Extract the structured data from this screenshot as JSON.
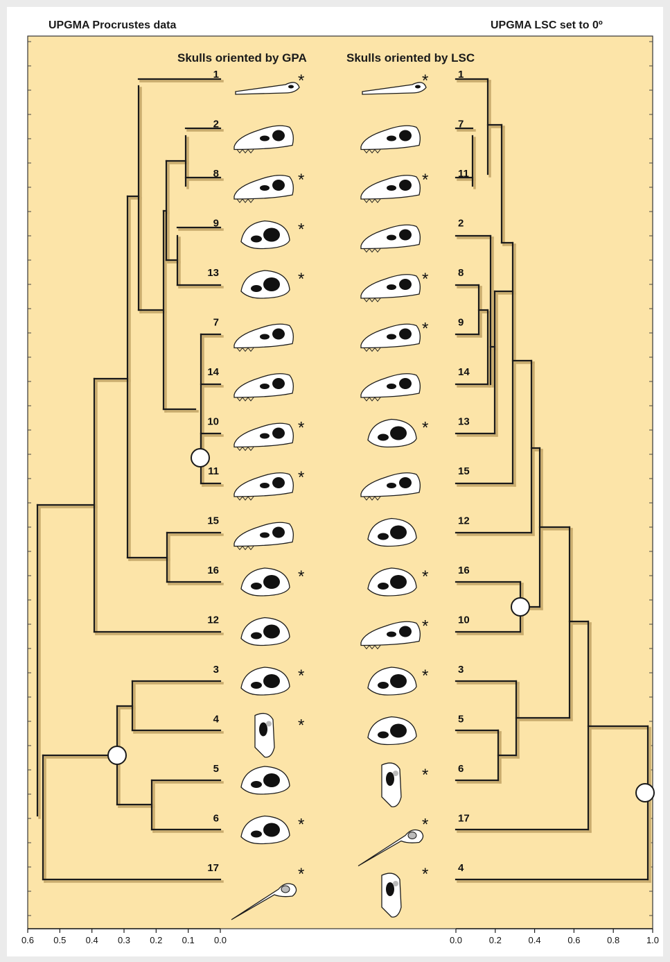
{
  "titles": {
    "left": "UPGMA Procrustes data",
    "right": "UPGMA LSC set to 0º",
    "sub_left": "Skulls oriented by GPA",
    "sub_right": "Skulls oriented by LSC"
  },
  "left_tree": {
    "order": [
      "1",
      "2",
      "8",
      "9",
      "13",
      "7",
      "14",
      "10",
      "11",
      "15",
      "16",
      "12",
      "3",
      "4",
      "5",
      "6",
      "17"
    ],
    "axis_ticks": [
      "0.6",
      "0.5",
      "0.4",
      "0.3",
      "0.2",
      "0.1",
      "0.0"
    ]
  },
  "right_tree": {
    "order": [
      "1",
      "7",
      "11",
      "2",
      "8",
      "9",
      "14",
      "13",
      "15",
      "12",
      "16",
      "10",
      "3",
      "5",
      "6",
      "17",
      "4"
    ],
    "axis_ticks": [
      "0.0",
      "0.2",
      "0.4",
      "0.6",
      "0.8",
      "1.0"
    ]
  },
  "asterisks": {
    "gpa": [
      true,
      false,
      true,
      true,
      true,
      false,
      false,
      true,
      true,
      false,
      true,
      false,
      true,
      true,
      false,
      true,
      true
    ],
    "lsc": [
      true,
      false,
      true,
      false,
      true,
      true,
      false,
      true,
      false,
      false,
      true,
      true,
      true,
      false,
      true,
      true,
      true
    ]
  },
  "colors": {
    "panel": "#fce4a8",
    "background": "#ebebeb",
    "ink": "#1a1a1a"
  }
}
